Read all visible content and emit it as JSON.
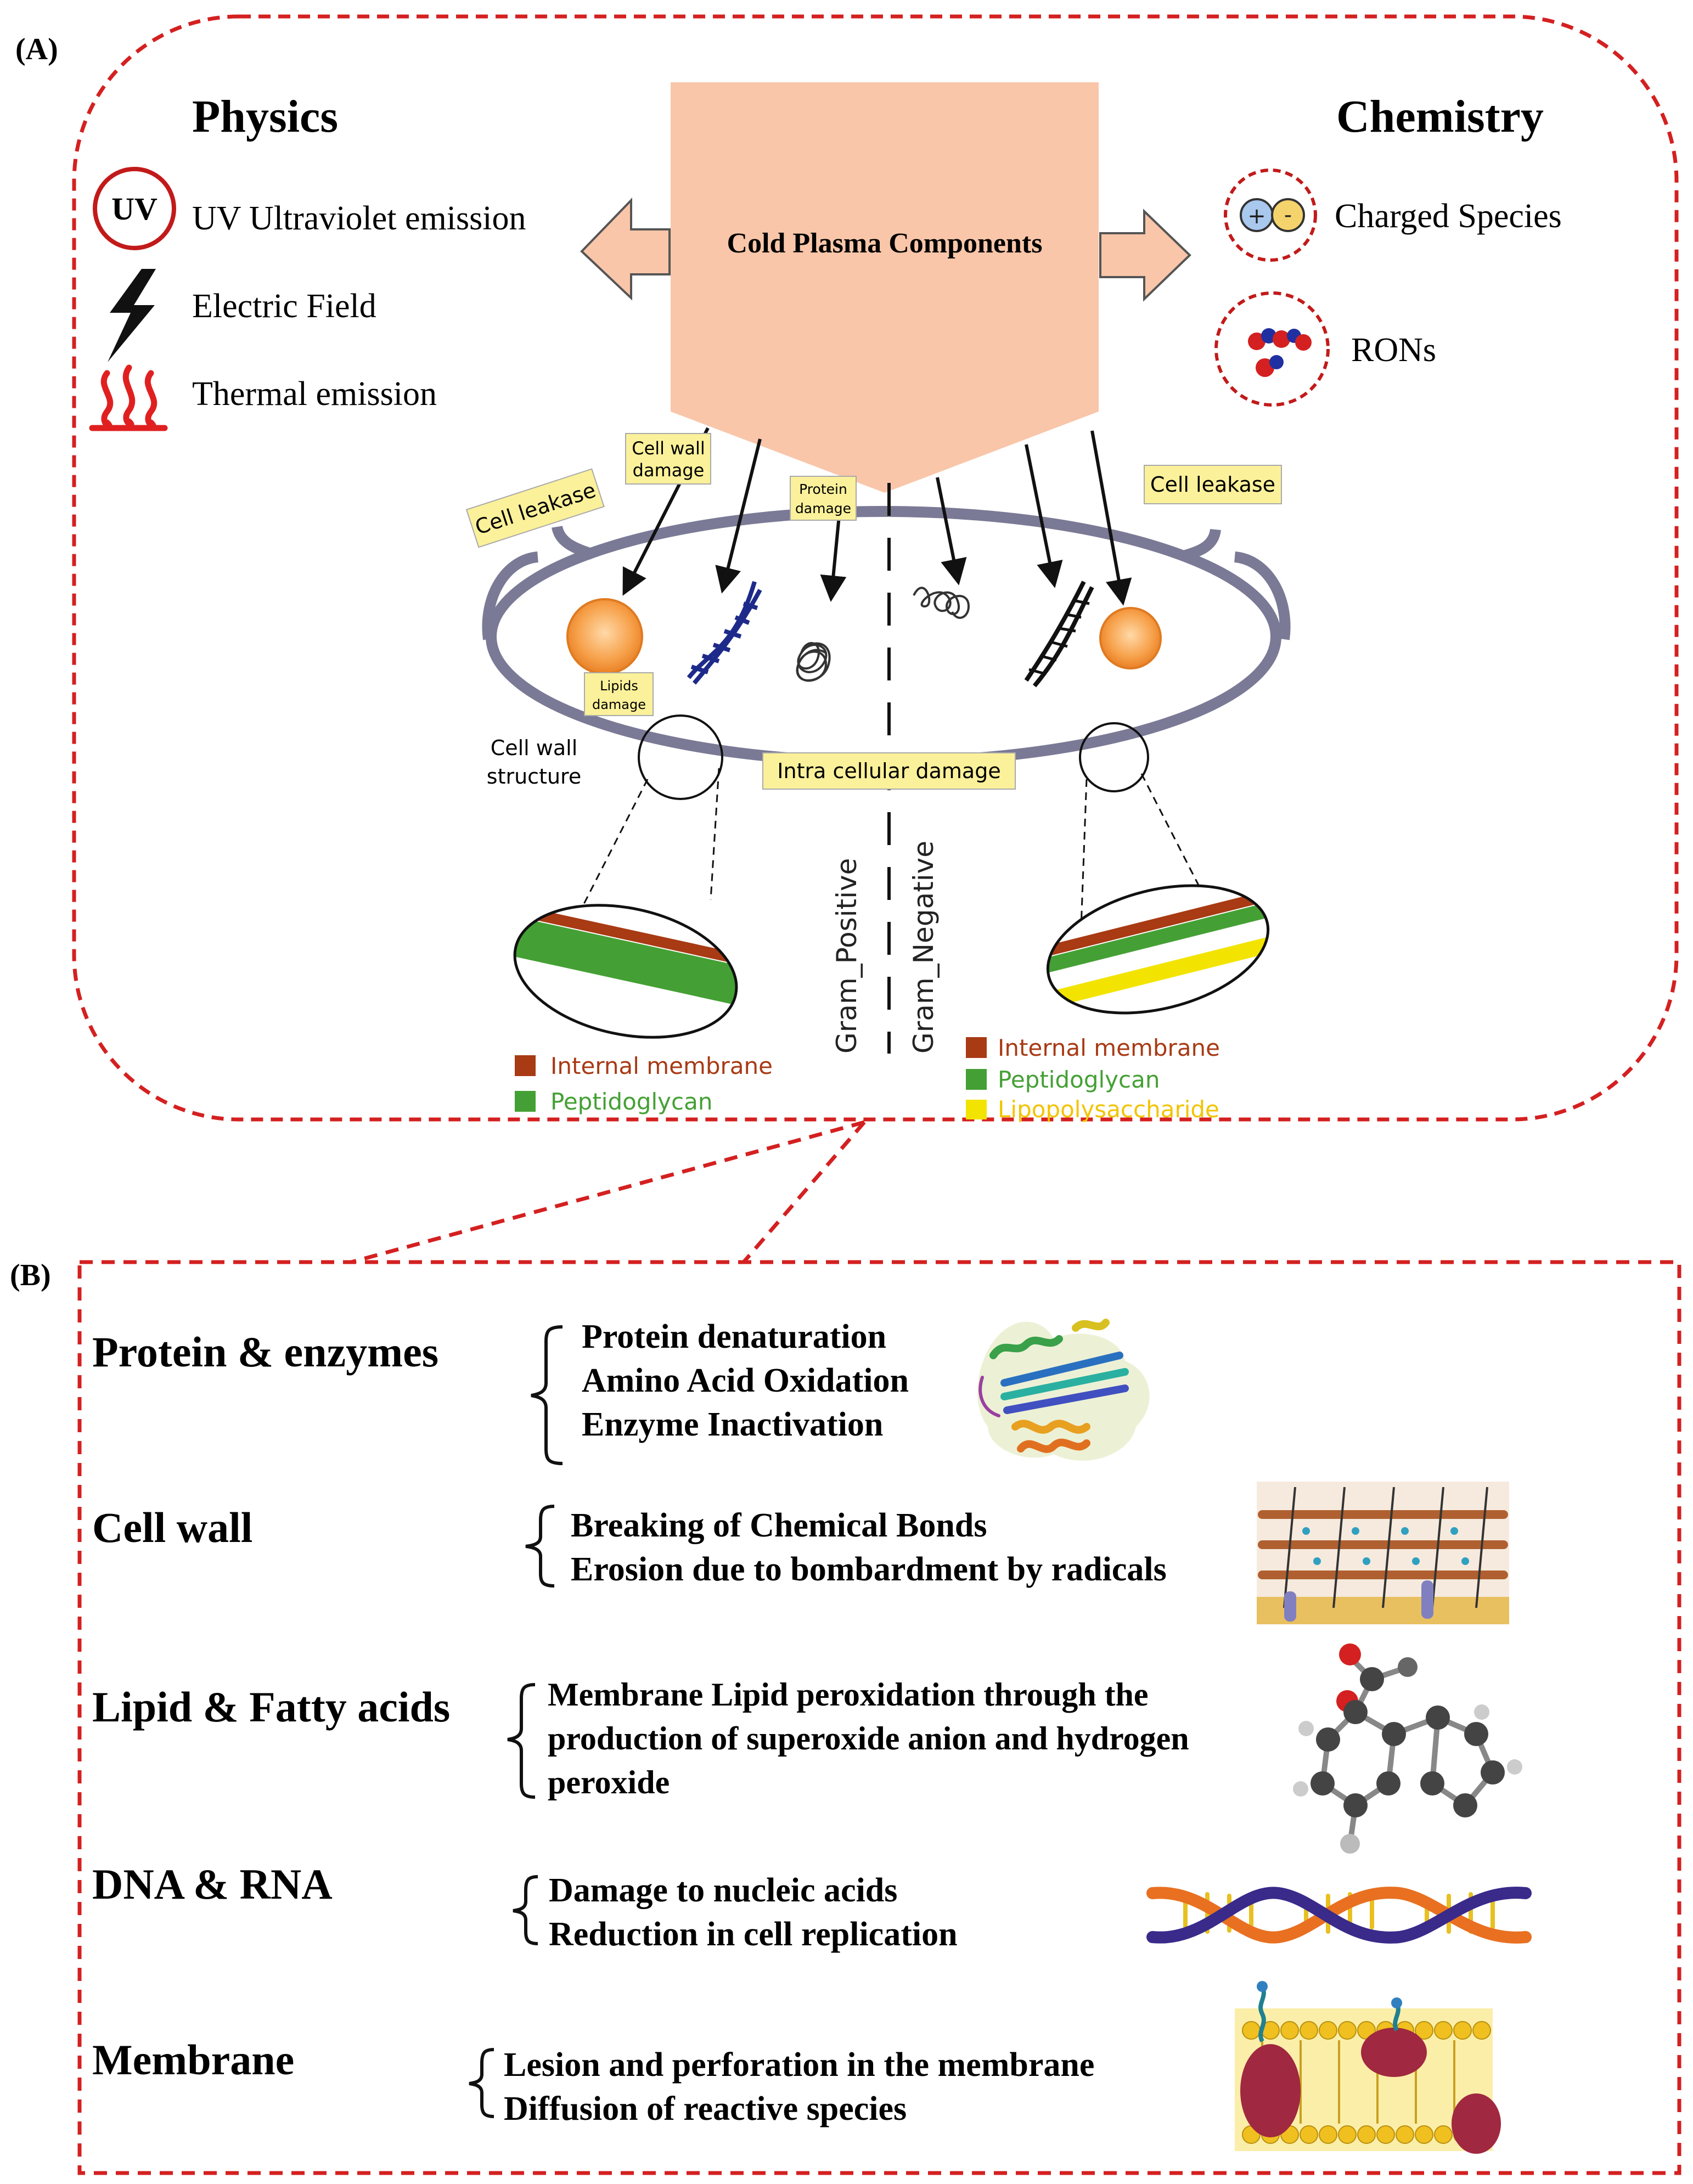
{
  "panel_a": {
    "label": "(A)",
    "physics_title": "Physics",
    "chemistry_title": "Chemistry",
    "center_title": "Cold Plasma Components",
    "physics_items": [
      {
        "icon": "uv-icon",
        "badge": "UV",
        "label": "UV Ultraviolet emission"
      },
      {
        "icon": "lightning-icon",
        "label": "Electric Field"
      },
      {
        "icon": "heat-icon",
        "label": "Thermal emission"
      }
    ],
    "chemistry_items": [
      {
        "icon": "charged-species-icon",
        "label": "Charged Species"
      },
      {
        "icon": "rons-molecule-icon",
        "label": "RONs"
      }
    ],
    "cell": {
      "cell_leakase_left": "Cell leakase",
      "cell_leakase_right": "Cell leakase",
      "cell_wall_damage": [
        "Cell wall",
        "damage"
      ],
      "protein_damage": [
        "Protein",
        "damage"
      ],
      "lipids_damage": [
        "Lipids",
        "damage"
      ],
      "cell_wall_structure": [
        "Cell wall",
        "structure"
      ],
      "intra_cellular_damage": "Intra cellular damage",
      "gram_positive": "Gram_Positive",
      "gram_negative": "Gram_Negative",
      "legend_left": [
        "Internal membrane",
        "Peptidoglycan"
      ],
      "legend_right": [
        "Internal membrane",
        "Peptidoglycan",
        "Lipopolysaccharide"
      ]
    },
    "colors": {
      "dashed_border": "#d42020",
      "plasma_fill": "#f9c6a9",
      "cell_outline": "#7a7a96",
      "internal_membrane": "#a83a14",
      "peptidoglycan": "#44a034",
      "lipopolysaccharide": "#f2e400",
      "label_box": "#fbf19a"
    }
  },
  "panel_b": {
    "label": "(B)",
    "rows": [
      {
        "title": "Protein & enzymes",
        "lines": [
          "Protein denaturation",
          "Amino Acid Oxidation",
          "Enzyme Inactivation"
        ],
        "icon": "protein-structure-icon"
      },
      {
        "title": "Cell wall",
        "lines": [
          "Breaking of Chemical Bonds",
          "Erosion due to bombardment by radicals"
        ],
        "icon": "cell-wall-mesh-icon"
      },
      {
        "title": "Lipid & Fatty acids",
        "lines": [
          "Membrane Lipid peroxidation through the",
          "production of superoxide anion and hydrogen",
          "peroxide"
        ],
        "icon": "lipid-molecule-icon"
      },
      {
        "title": "DNA & RNA",
        "lines": [
          "Damage to nucleic acids",
          "Reduction in cell replication"
        ],
        "icon": "dna-helix-icon"
      },
      {
        "title": "Membrane",
        "lines": [
          "Lesion and perforation in the membrane",
          "Diffusion of reactive species"
        ],
        "icon": "lipid-bilayer-icon"
      }
    ]
  }
}
